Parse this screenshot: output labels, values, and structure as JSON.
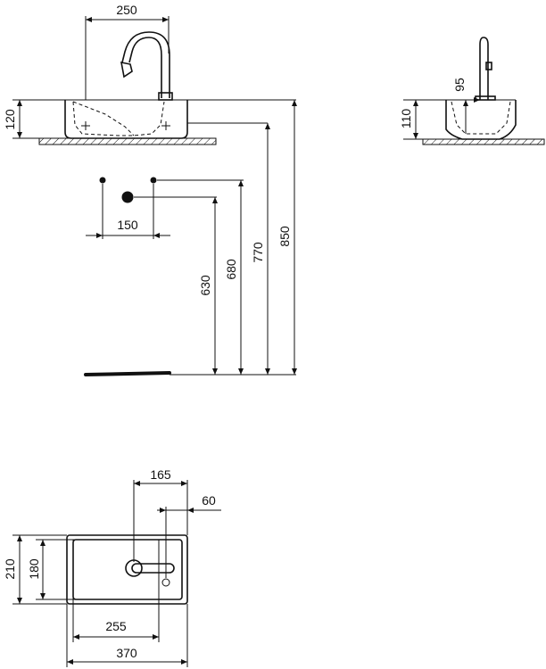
{
  "front_view": {
    "tap_spacing_top": "250",
    "basin_height": "120",
    "waste_spacing": "150",
    "height_630": "630",
    "height_680": "680",
    "height_770": "770",
    "height_850": "850"
  },
  "side_view": {
    "tap_offset": "95",
    "basin_height": "110"
  },
  "plan_view": {
    "tap_to_edge": "165",
    "tap_hole_offset": "60",
    "outer_depth": "210",
    "inner_depth": "180",
    "inner_width": "255",
    "outer_width": "370"
  }
}
